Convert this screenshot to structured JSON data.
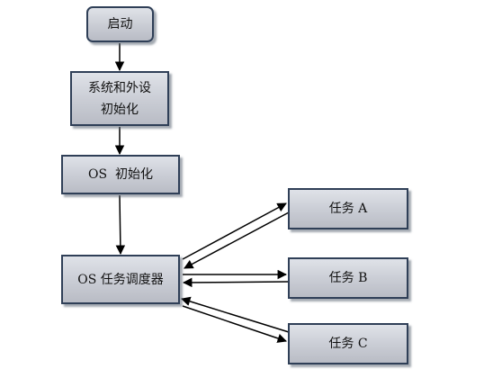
{
  "nodes": {
    "start": "启动",
    "init_line1": "系统和外设",
    "init_line2": "初始化",
    "os_init": "OS  初始化",
    "scheduler": "OS 任务调度器",
    "task_a": "任务 A",
    "task_b": "任务 B",
    "task_c": "任务 C"
  },
  "colors": {
    "box_border": "#2f3f57",
    "box_fill": "#c9ccd4",
    "arrow": "#000000"
  }
}
